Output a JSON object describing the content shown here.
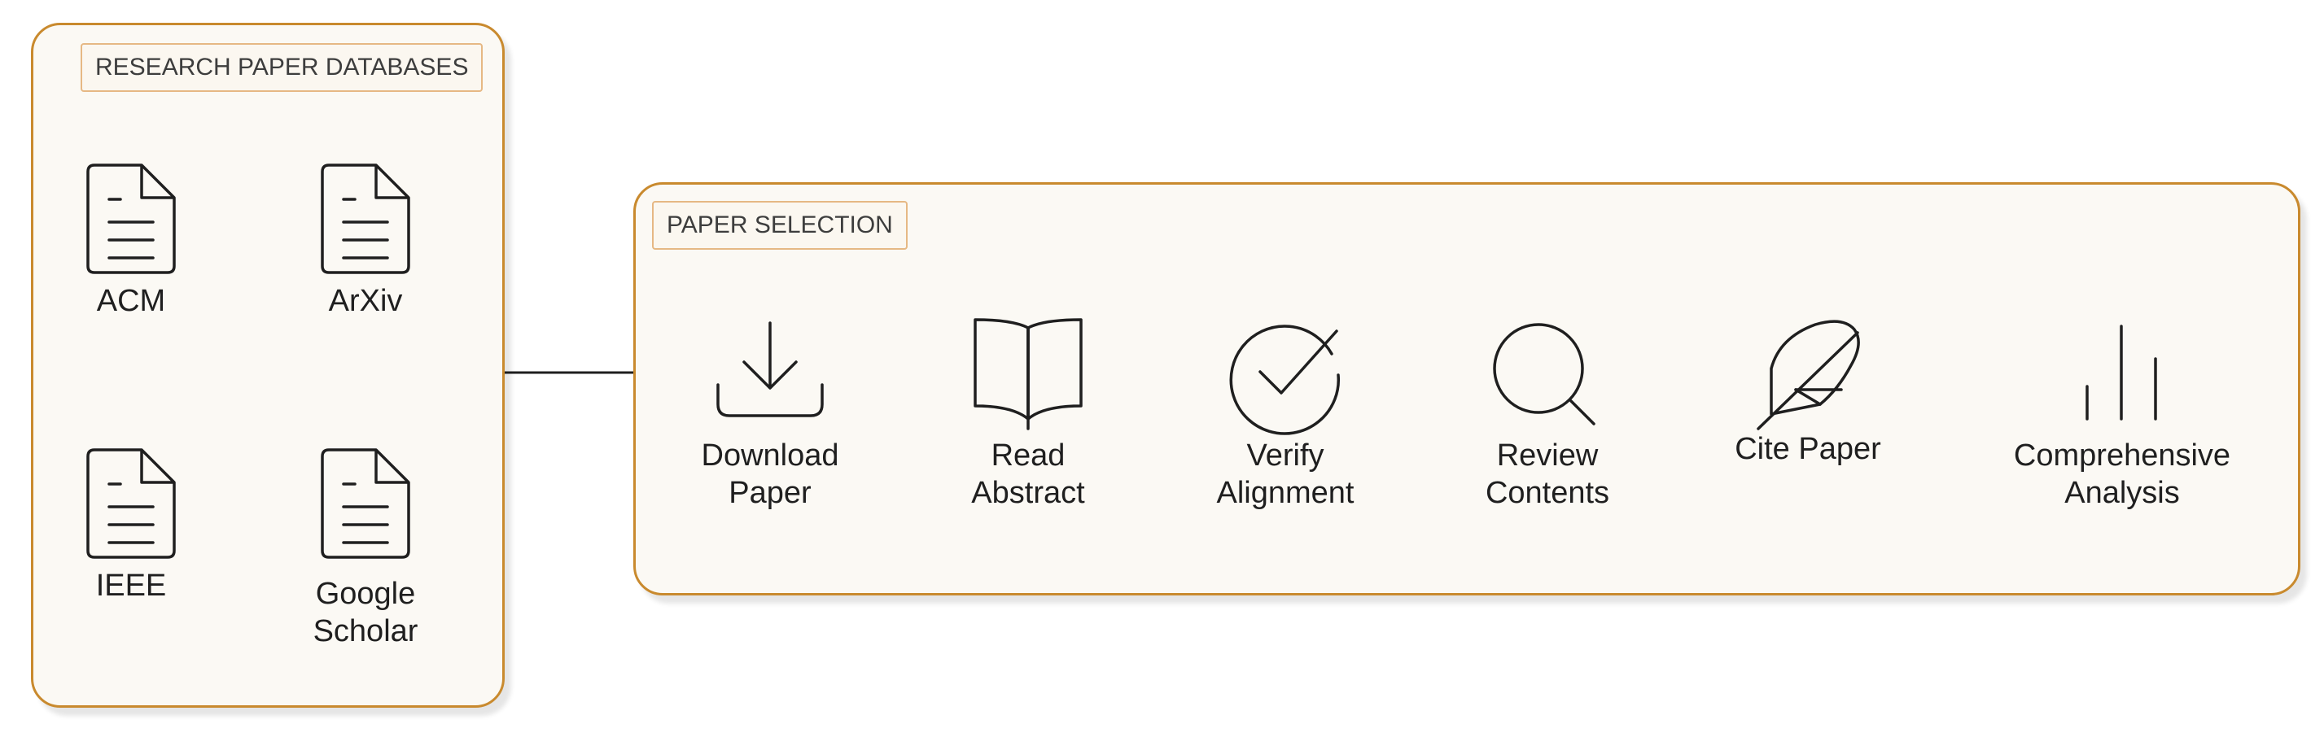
{
  "databases": {
    "title": "RESEARCH PAPER DATABASES",
    "items": [
      {
        "label": "ACM",
        "icon": "document-icon"
      },
      {
        "label": "ArXiv",
        "icon": "document-icon"
      },
      {
        "label": "IEEE",
        "icon": "document-icon"
      },
      {
        "label": "Google\nScholar",
        "icon": "document-icon"
      }
    ]
  },
  "selection": {
    "title": "PAPER SELECTION",
    "steps": [
      {
        "label": "Download\nPaper",
        "icon": "download-icon"
      },
      {
        "label": "Read\nAbstract",
        "icon": "open-book-icon"
      },
      {
        "label": "Verify\nAlignment",
        "icon": "check-circle-icon"
      },
      {
        "label": "Review\nContents",
        "icon": "magnifier-icon"
      },
      {
        "label": "Cite Paper",
        "icon": "feather-pen-icon"
      },
      {
        "label": "Comprehensive\nAnalysis",
        "icon": "bar-chart-icon"
      }
    ]
  },
  "colors": {
    "group_border": "#c98a2e",
    "group_fill": "#fbf9f4",
    "title_border": "#e6b884",
    "stroke": "#1f1f1f"
  }
}
